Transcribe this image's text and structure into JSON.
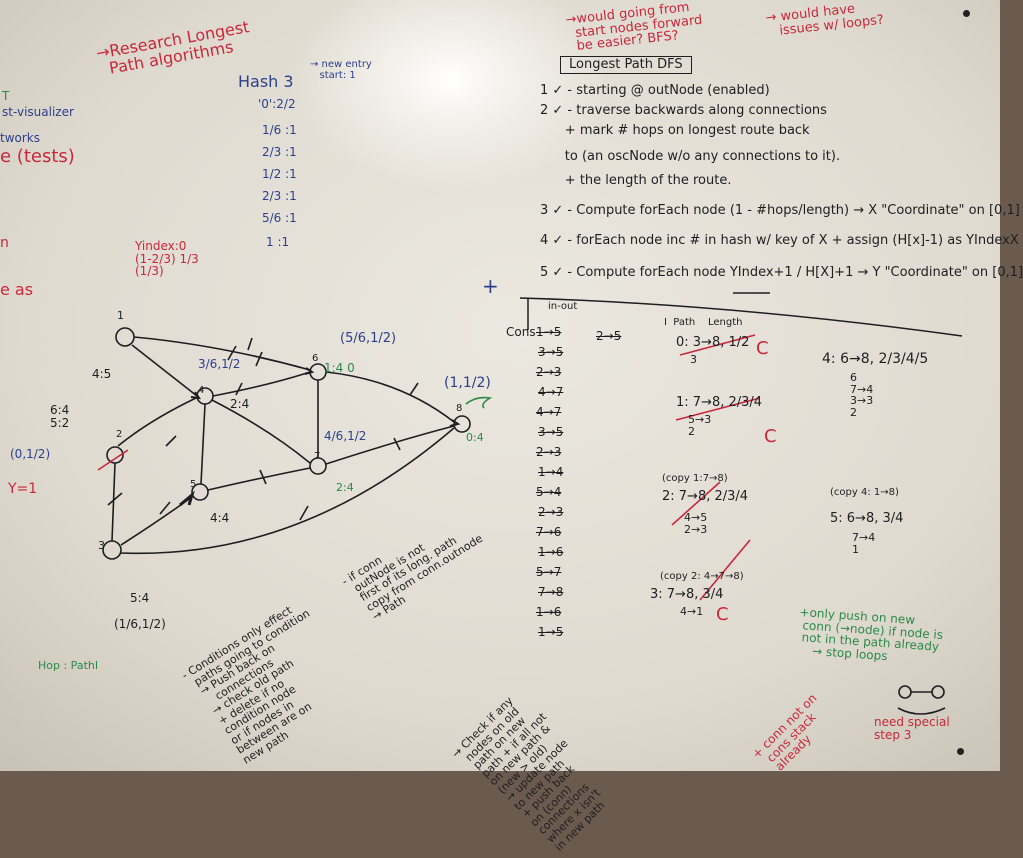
{
  "research_note": "→Research Longest\n  Path algorithms",
  "top_right_question": "→would going from\n  start nodes forward\n  be easier? BFS?",
  "top_right_issues": "→ would have\n   issues w/ loops?",
  "left_edge": [
    "T",
    "st-visualizer",
    "tworks",
    "e (tests)",
    "n",
    "e as"
  ],
  "hash": {
    "title": "Hash 3",
    "note": "→ new entry\n   start: 1",
    "entries": [
      "'0':2/2",
      "1/6 :1",
      "2/3 :1",
      "1/2 :1",
      "2/3 :1",
      "5/6 :1",
      "1 :1"
    ]
  },
  "algorithm": {
    "title": "Longest Path DFS",
    "steps": [
      "1 ✓ - starting @ outNode (enabled)",
      "2 ✓ - traverse backwards along connections",
      "      + mark # hops on longest route back",
      "      to (an oscNode w/o any connections to it).",
      "      + the length of the route.",
      "3 ✓ - Compute forEach node (1 - #hops/length) → X \"Coordinate\" on [0,1]",
      "4 ✓ - forEach node inc # in hash w/ key of X + assign (H[x]-1) as YIndexX",
      "5 ✓ - Compute forEach node YIndex+1 / H[X]+1 → Y \"Coordinate\" on [0,1]"
    ]
  },
  "stack_header": "in-out",
  "stack_label": "Cons",
  "stack": [
    "1→5",
    "3→5",
    "2→3",
    "4→7",
    "4→7",
    "3→5",
    "2→3",
    "1→4",
    "5→4",
    "2→3",
    "7→6",
    "1→6",
    "5→7",
    "7→8",
    "1→6",
    "1→5"
  ],
  "paths": {
    "p_header": "I  Path    Length",
    "p0": "0: 3→8, 1/2",
    "p0_sub": "3",
    "p1": "1: 7→8, 2/3/4",
    "p1_sub": "5→3\n2",
    "p2_copy": "(copy 1:7→8)",
    "p2": "2: 7→8, 2/3/4",
    "p2_sub": "4→5\n2→3",
    "p3_copy": "(copy 2: 4→7→8)",
    "p3": "3: 7→8, 3/4",
    "p3_sub": "4→1",
    "p4": "4: 6→8, 2/3/4/5",
    "p4_sub": "6\n7→4\n3→3\n2",
    "p5_copy": "(copy 4: 1→8)",
    "p5": "5: 6→8, 3/4",
    "p5_sub": "7→4\n1"
  },
  "graph": {
    "n1_label": "1",
    "n1_coord": "Yindex:0\n(1-2/3) 1/3\n(1/3)",
    "n1_sub": "4:5",
    "n2_label": "2",
    "n2_coord": "(0,1/2)",
    "n2_sub": "6:4\n5:2",
    "n3_label": "3",
    "n3_sub": "5:4",
    "n3_coord": "(1/6,1/2)",
    "n4_label": "4",
    "n4_coord": "3/6,1/2",
    "n4_sub": "2:4",
    "n5_label": "5",
    "n5_sub": "4:4",
    "n6_label": "6",
    "n6_coord": "(5/6,1/2)",
    "n6_sub": "1:4 0",
    "n7_label": "7",
    "n7_coord": "4/6,1/2",
    "n7_sub": "2:4",
    "n8_label": "8",
    "n8_coord": "(1,1/2)",
    "n8_sub": "0:4",
    "y_eq": "Y=1",
    "hop": "Hop : PathI"
  },
  "bottom_notes": {
    "cond": "- Conditions only effect\n  paths going to condition\n  → Push back on\n     connections\n  → check old path\n  + delete if no\n  condition node\n  or if nodes in\n  between are on\n  new path",
    "if_out": "- if conn\n  outNode is not\n  first of its long. path\n  copy from conn.outnode\n  → Path",
    "check": "→ Check if any\n  nodes on old\n  path on new\n  path + if all not\n  on new path &\n  (new > old)\n  → update node\n  to new path\n  + push back\n  on (conn)\n  connections\n  where x isn't\n  in new path",
    "conn_not": "+ conn not on\n  cons stack\n  already",
    "only_push": "+only push on new\n conn (→node) if node is\n not in the path already\n    → stop loops",
    "need_special": "need special\nstep 3"
  },
  "colors": {
    "red": "#c8283a",
    "blue": "#2b3f8c",
    "green": "#2c8a47",
    "black": "#1e1e22"
  }
}
